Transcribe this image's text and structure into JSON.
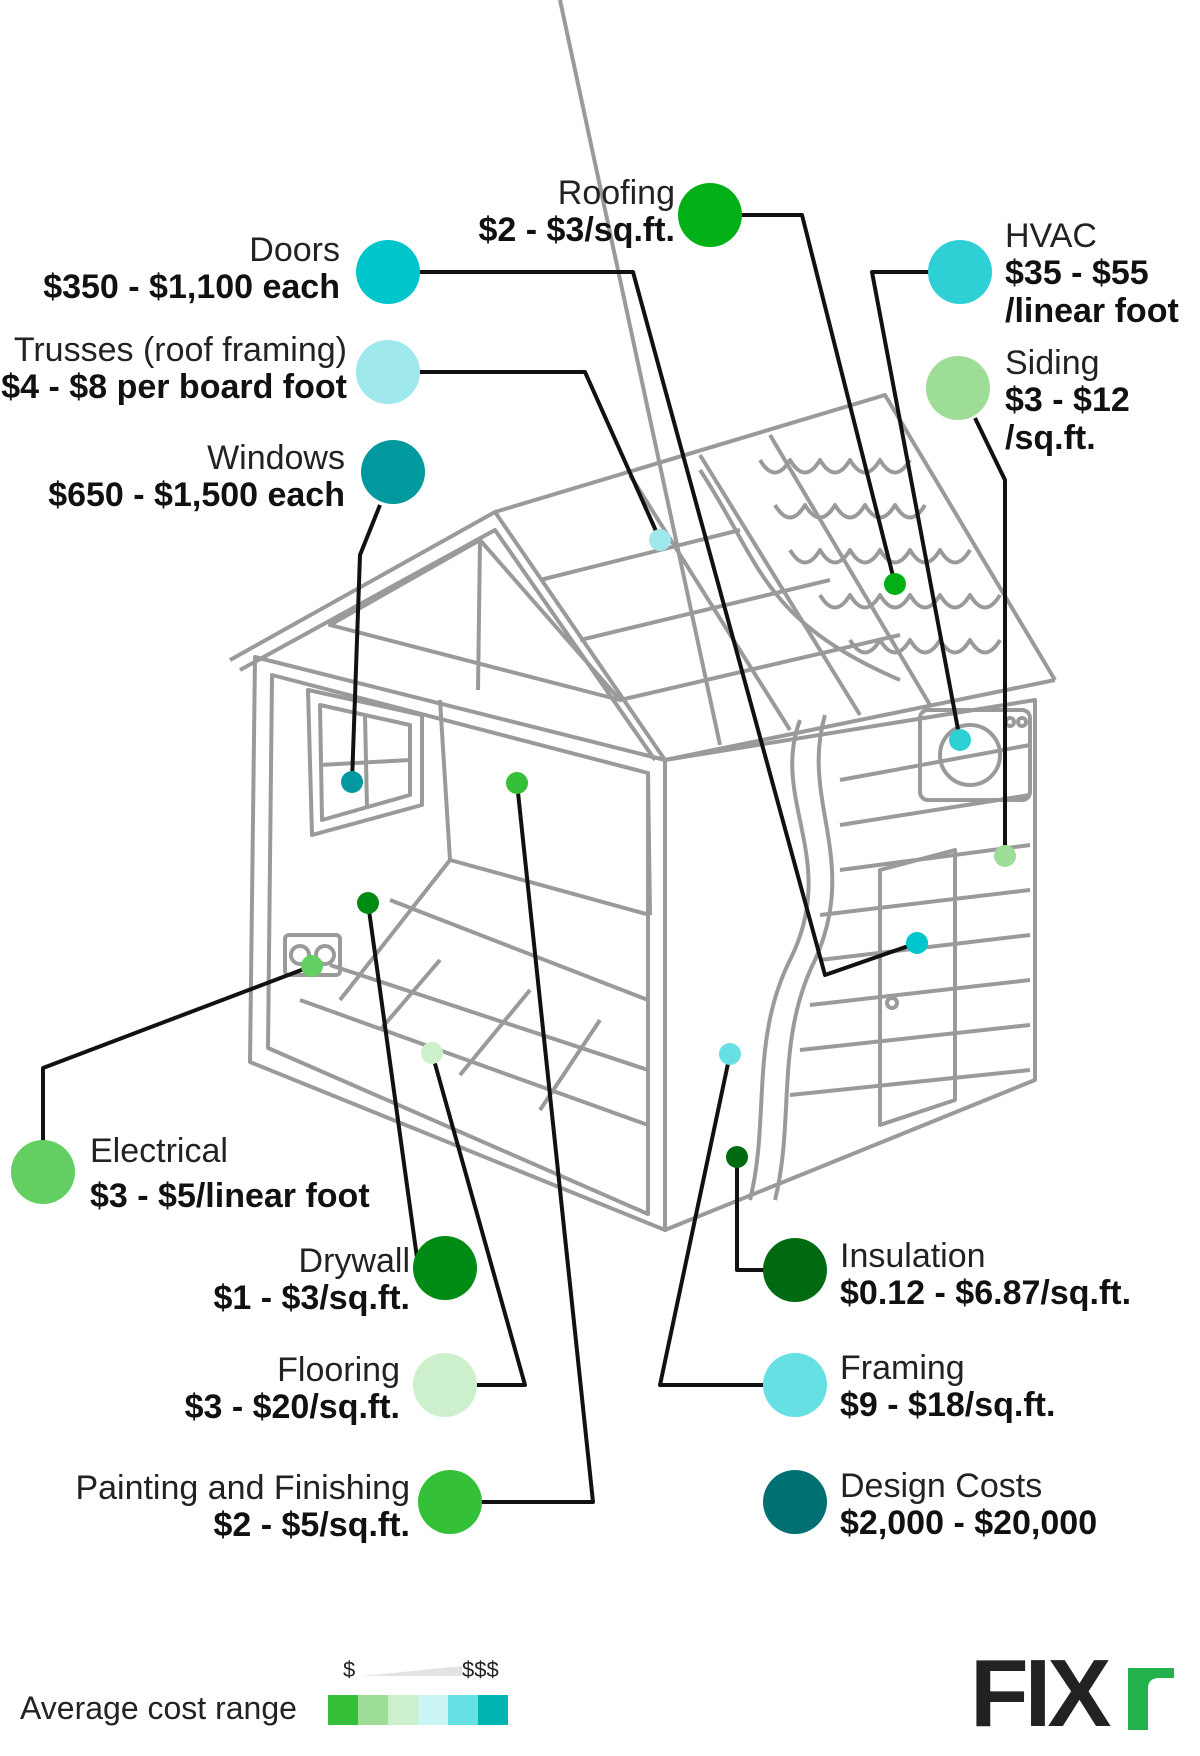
{
  "colors": {
    "roofing": "#00b016",
    "doors": "#00c6cc",
    "hvac": "#2ed0d6",
    "trusses": "#9ee7ea",
    "siding": "#9edd97",
    "windows": "#00999f",
    "electrical": "#63cf63",
    "drywall": "#008c14",
    "flooring": "#ccf0cc",
    "painting": "#34c038",
    "insulation": "#006a12",
    "framing": "#66e0e2",
    "design": "#007073",
    "line": "#111111",
    "house": "#9a9a9a"
  },
  "labels": {
    "roofing": {
      "name": "Roofing",
      "price": "$2 - $3/sq.ft."
    },
    "doors": {
      "name": "Doors",
      "price": "$350 - $1,100 each"
    },
    "trusses": {
      "name": "Trusses (roof framing)",
      "price": "$4 - $8 per board foot"
    },
    "windows": {
      "name": "Windows",
      "price": "$650 - $1,500 each"
    },
    "hvac": {
      "name": "HVAC",
      "price": "$35 - $55",
      "price2": "/linear foot"
    },
    "siding": {
      "name": "Siding",
      "price": "$3 - $12",
      "price2": "/sq.ft."
    },
    "electrical": {
      "name": "Electrical",
      "price": "$3 - $5/linear foot"
    },
    "drywall": {
      "name": "Drywall",
      "price": "$1 - $3/sq.ft."
    },
    "flooring": {
      "name": "Flooring",
      "price": "$3 - $20/sq.ft."
    },
    "painting": {
      "name": "Painting and Finishing",
      "price": "$2 - $5/sq.ft."
    },
    "insulation": {
      "name": "Insulation",
      "price": "$0.12 - $6.87/sq.ft."
    },
    "framing": {
      "name": "Framing",
      "price": "$9 - $18/sq.ft."
    },
    "design": {
      "name": "Design Costs",
      "price": "$2,000 - $20,000"
    }
  },
  "legend": {
    "label": "Average cost range",
    "min": "$",
    "max": "$$$",
    "swatches": [
      "#34c038",
      "#9edd97",
      "#ccf0cc",
      "#ccf5f5",
      "#66e0e2",
      "#00b3b3"
    ]
  },
  "logo_text": "FIXr"
}
